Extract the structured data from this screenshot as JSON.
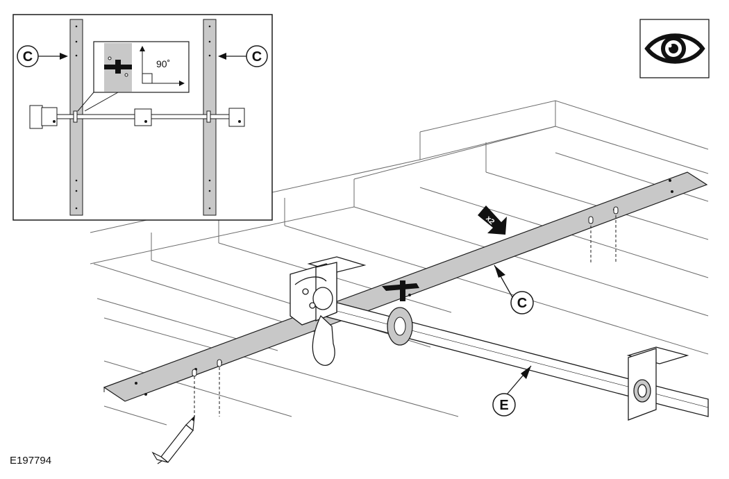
{
  "figure": {
    "reference_id": "E197794",
    "view_icon": "eye-icon"
  },
  "inset": {
    "callout_left": "C",
    "callout_right": "C",
    "angle_label": "90˚"
  },
  "main": {
    "multiplier_label": "x2",
    "callout_strip": "C",
    "callout_tube": "E",
    "tool_icon": "pencil-icon"
  },
  "colors": {
    "strip_fill": "#c8c8c8",
    "line": "#1a1a1a",
    "background": "#ffffff"
  }
}
